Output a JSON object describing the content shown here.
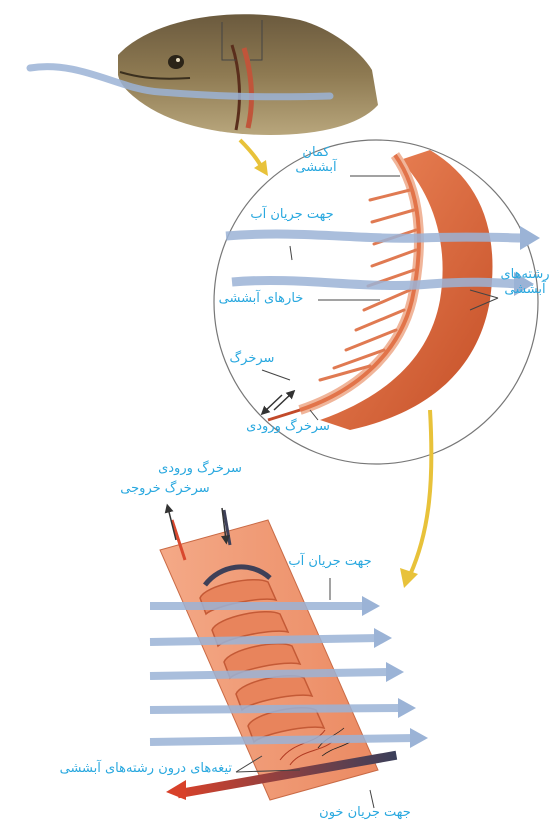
{
  "labels": {
    "gill_arch": "کمان آبششی",
    "water_flow_1": "جهت جریان آب",
    "gill_rakers": "خارهای آبششی",
    "gill_filaments": "رشته‌های آبششی",
    "artery": "سرخرگ",
    "artery_in": "سرخرگ ورودی",
    "artery_in_2": "سرخرگ ورودی",
    "artery_out": "سرخرگ خروجی",
    "water_flow_2": "جهت جریان آب",
    "lamellae": "تیغه‌های درون رشته‌های آبششی",
    "blood_flow": "جهت جریان خون"
  },
  "colors": {
    "label": "#29a8df",
    "water": "#9bb3d6",
    "gill": "#d9683f",
    "arrow_gold": "#e8c23a"
  }
}
